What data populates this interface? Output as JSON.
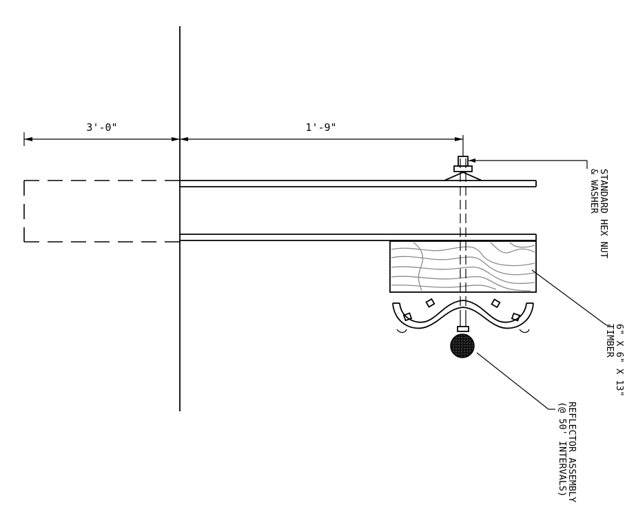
{
  "dimensions": {
    "left": "3'-0\"",
    "right": "1'-9\""
  },
  "labels": {
    "hex_nut": [
      "STANDARD HEX NUT",
      "& WASHER"
    ],
    "timber": [
      "6\" X 6\" X 13\"",
      "TIMBER"
    ],
    "reflector": [
      "REFLECTOR ASSEMBLY",
      "(@ 50' INTERVALS)"
    ]
  },
  "colors": {
    "line": "#000000",
    "wood_grain": "#8a8a8a",
    "reflector_fill": "#1a1a1a"
  }
}
